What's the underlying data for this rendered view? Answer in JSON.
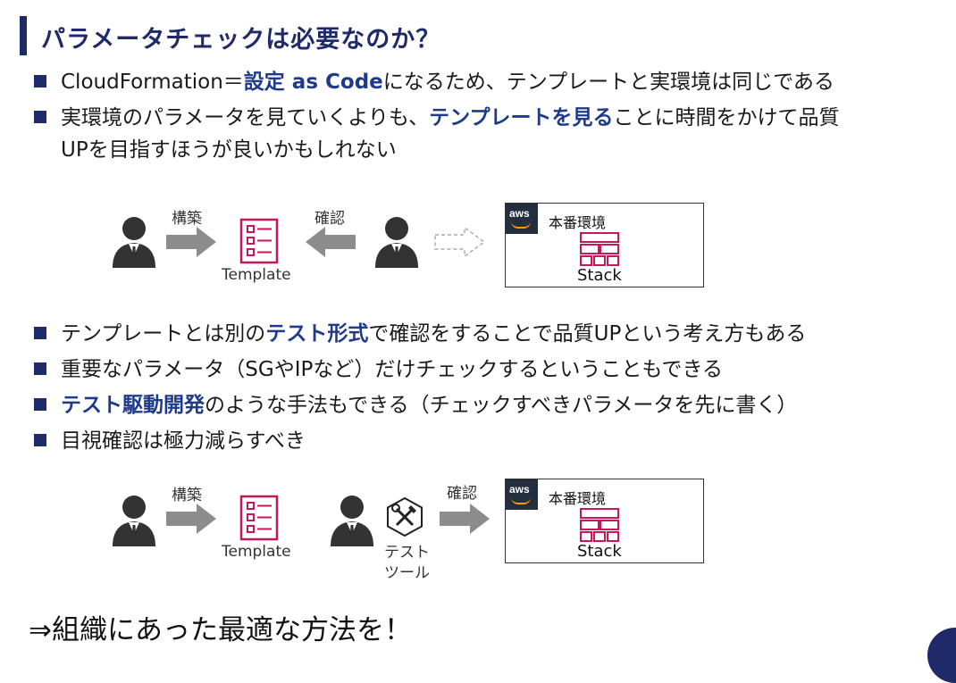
{
  "title": "パラメータチェックは必要なのか？",
  "bullets_top": [
    {
      "pre": "CloudFormation＝",
      "hl": "設定 as Code",
      "post": "になるため、テンプレートと実環境は同じである"
    },
    {
      "pre": "実環境のパラメータを見ていくよりも、",
      "hl": "テンプレートを見る",
      "post": "ことに時間をかけて品質",
      "line2": "UPを目指すほうが良いかもしれない"
    }
  ],
  "diagram1": {
    "build_label": "構築",
    "confirm_label": "確認",
    "template_label": "Template",
    "aws_logo": "aws",
    "env_label": "本番環境",
    "stack_label": "Stack"
  },
  "bullets_mid": [
    {
      "pre": "テンプレートとは別の",
      "hl": "テスト形式",
      "post": "で確認をすることで品質UPという考え方もある"
    },
    {
      "pre": "重要なパラメータ（SGやIPなど）だけチェックするということもできる",
      "hl": "",
      "post": ""
    },
    {
      "pre": "",
      "hl": "テスト駆動開発",
      "post": "のような手法もできる（チェックすべきパラメータを先に書く）"
    },
    {
      "pre": "目視確認は極力減らすべき",
      "hl": "",
      "post": ""
    }
  ],
  "diagram2": {
    "build_label": "構築",
    "confirm_label": "確認",
    "template_label": "Template",
    "tool_label_1": "テスト",
    "tool_label_2": "ツール",
    "aws_logo": "aws",
    "env_label": "本番環境",
    "stack_label": "Stack"
  },
  "conclusion": "⇒組織にあった最適な方法を！",
  "colors": {
    "accent": "#1f2a6b",
    "highlight": "#1f3a8a",
    "template_pink": "#c7175b",
    "arrow_gray": "#8c8c8c"
  }
}
